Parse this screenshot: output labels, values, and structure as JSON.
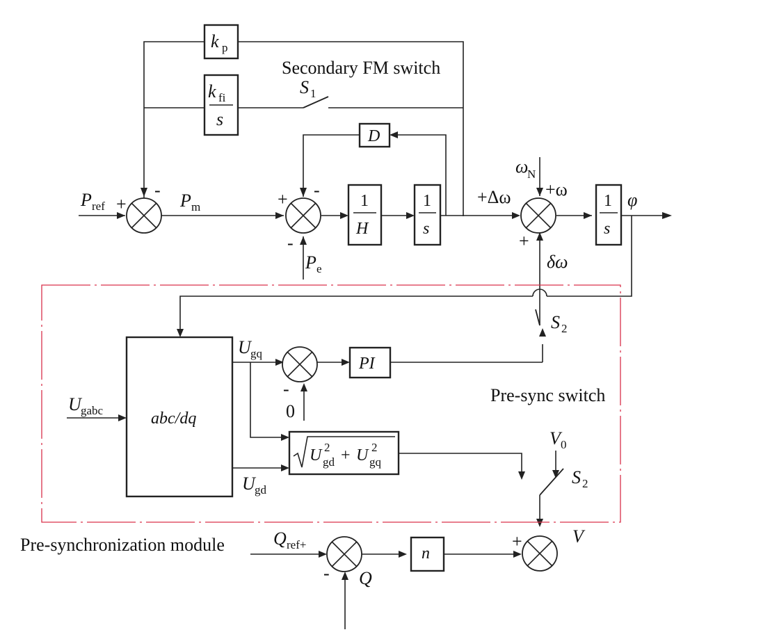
{
  "annotations": {
    "secondary_fm_switch": "Secondary FM switch",
    "pre_sync_switch": "Pre-sync switch",
    "pre_sync_module": "Pre-synchronization module"
  },
  "blocks": {
    "kp": {
      "main": "k",
      "sub": "p"
    },
    "kfi": {
      "num_main": "k",
      "num_sub": "fi",
      "den": "s"
    },
    "damping": "D",
    "inv_h": {
      "num": "1",
      "den": "H"
    },
    "integrator1": {
      "num": "1",
      "den": "s"
    },
    "integrator2": {
      "num": "1",
      "den": "s"
    },
    "pi": "PI",
    "abc_dq": "abc/dq",
    "magnitude": {
      "a": "U",
      "a_sub": "gd",
      "a_sup": "2",
      "op": "+",
      "b": "U",
      "b_sub": "gq",
      "b_sup": "2"
    },
    "gain_n": "n"
  },
  "signals": {
    "p_ref": {
      "main": "P",
      "sub": "ref"
    },
    "p_m": {
      "main": "P",
      "sub": "m"
    },
    "p_e": {
      "main": "P",
      "sub": "e"
    },
    "omega_n": {
      "main": "ω",
      "sub": "N"
    },
    "delta_omega": "+Δω",
    "plus_omega": "+ω",
    "small_delta_omega": "δω",
    "phi": "φ",
    "u_gabc": {
      "main": "U",
      "sub": "gabc"
    },
    "u_gq": {
      "main": "U",
      "sub": "gq"
    },
    "u_gd": {
      "main": "U",
      "sub": "gd"
    },
    "zero": "0",
    "v0": {
      "main": "V",
      "sub": "0"
    },
    "v": "V",
    "q_ref": {
      "main": "Q",
      "sub": "ref+"
    },
    "q": "Q"
  },
  "switches": {
    "s1": {
      "main": "S",
      "sub": "1"
    },
    "s2_top": {
      "main": "S",
      "sub": "2"
    },
    "s2_bottom": {
      "main": "S",
      "sub": "2"
    }
  },
  "signs": {
    "sum1_left": "+",
    "sum1_top": "-",
    "sum2_left": "+",
    "sum2_top": "-",
    "sum2_bottom": "-",
    "sum3_bottom": "+",
    "sum4_bottom": "-",
    "sum5_left": "+",
    "sum6_bottom": "-"
  }
}
